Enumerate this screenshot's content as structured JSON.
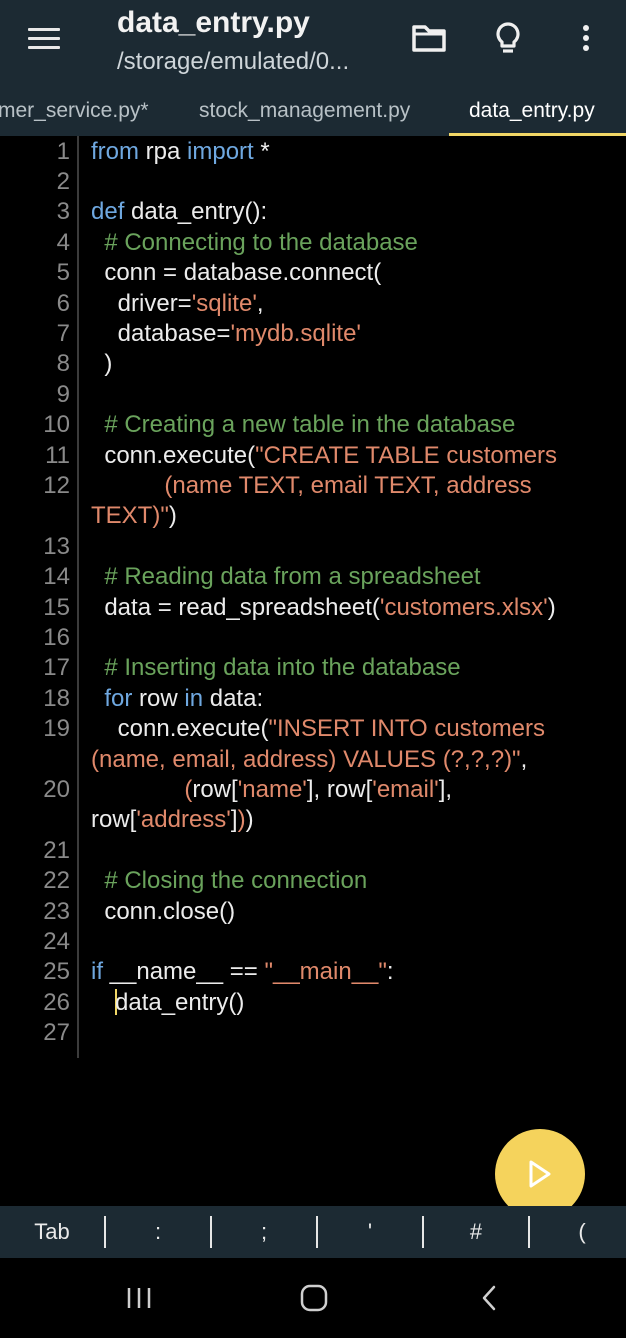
{
  "header": {
    "title": "data_entry.py",
    "path": "/storage/emulated/0..."
  },
  "icons": {
    "menu": "hamburger-menu-icon",
    "folder": "folder-icon",
    "bulb": "lightbulb-icon",
    "more": "more-vertical-icon",
    "run": "play-icon",
    "nav_recents": "recents-icon",
    "nav_home": "home-icon",
    "nav_back": "back-icon"
  },
  "tabs": [
    {
      "label": "mer_service.py*"
    },
    {
      "label": "stock_management.py"
    },
    {
      "label": "data_entry.py"
    }
  ],
  "line_numbers": [
    "1",
    "2",
    "3",
    "4",
    "5",
    "6",
    "7",
    "8",
    "9",
    "10",
    "11",
    "12",
    "13",
    "14",
    "15",
    "16",
    "17",
    "18",
    "19",
    "20",
    "21",
    "22",
    "23",
    "24",
    "25",
    "26",
    "27"
  ],
  "code": {
    "l1a": "from",
    "l1b": " rpa ",
    "l1c": "import",
    "l1d": " *",
    "l3a": "def",
    "l3b": " data_entry():",
    "l4": "  # Connecting to the database",
    "l5": "  conn = database.connect(",
    "l6a": "    driver=",
    "l6b": "'sqlite'",
    "l6c": ",",
    "l7a": "    database=",
    "l7b": "'mydb.sqlite'",
    "l8": "  )",
    "l10": "  # Creating a new table in the database",
    "l11a": "  conn.execute(",
    "l11b": "\"CREATE TABLE customers",
    "l12": "           (name TEXT, email TEXT, address",
    "l12b": "TEXT)\"",
    "l12c": ")",
    "l14": "  # Reading data from a spreadsheet",
    "l15a": "  data = read_spreadsheet(",
    "l15b": "'customers.xlsx'",
    "l15c": ")",
    "l17": "  # Inserting data into the database",
    "l18a": "  ",
    "l18b": "for",
    "l18c": " row ",
    "l18d": "in",
    "l18e": " data:",
    "l19a": "    conn.execute(",
    "l19b": "\"INSERT INTO customers",
    "l19c": "(name, email, address) VALUES (?,?,?)\"",
    "l19d": ",",
    "l20a": "              (",
    "l20b": "row[",
    "l20c": "'name'",
    "l20d": "], row[",
    "l20e": "'email'",
    "l20f": "],",
    "l20g": "row[",
    "l20h": "'address'",
    "l20i": "]",
    "l20j": ")",
    "l20k": ")",
    "l22": "  # Closing the connection",
    "l23": "  conn.close()",
    "l25a": "if",
    "l25b": " __name__ == ",
    "l25c": "\"__main__\"",
    "l25d": ":",
    "l26": "data_entry()"
  },
  "keys": [
    "Tab",
    ":",
    ";",
    "'",
    "#",
    "("
  ],
  "colors": {
    "appbar": "#1c2a33",
    "keyword": "#6fa8e0",
    "comment": "#6aa35c",
    "string": "#e0896b",
    "accent": "#f1d766",
    "fab": "#f5d35c"
  }
}
